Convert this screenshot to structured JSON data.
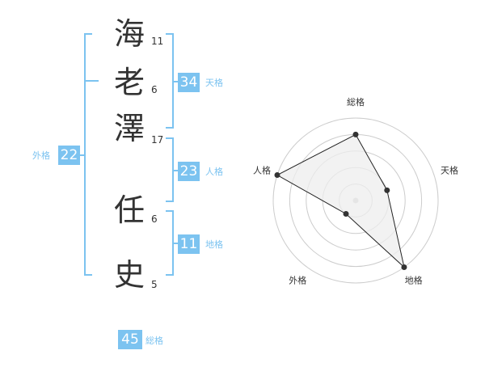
{
  "name": {
    "characters": [
      {
        "char": "海",
        "strokes": "11"
      },
      {
        "char": "老",
        "strokes": "6"
      },
      {
        "char": "澤",
        "strokes": "17"
      },
      {
        "char": "任",
        "strokes": "6"
      },
      {
        "char": "史",
        "strokes": "5"
      }
    ]
  },
  "fortunes": {
    "tenkaku": {
      "value": "34",
      "label": "天格"
    },
    "jinkaku": {
      "value": "23",
      "label": "人格"
    },
    "chikaku": {
      "value": "11",
      "label": "地格"
    },
    "gaikaku": {
      "value": "22",
      "label": "外格"
    },
    "soukaku": {
      "value": "45",
      "label": "総格"
    }
  },
  "colors": {
    "accent": "#7cc3f0",
    "text": "#333333",
    "grid": "#cccccc",
    "fill": "#eeeeee"
  },
  "chart_data": {
    "type": "radar",
    "axes": [
      "総格",
      "天格",
      "地格",
      "外格",
      "人格"
    ],
    "max": 5,
    "rings": 5,
    "values": [
      4,
      2,
      5,
      1,
      5
    ]
  }
}
